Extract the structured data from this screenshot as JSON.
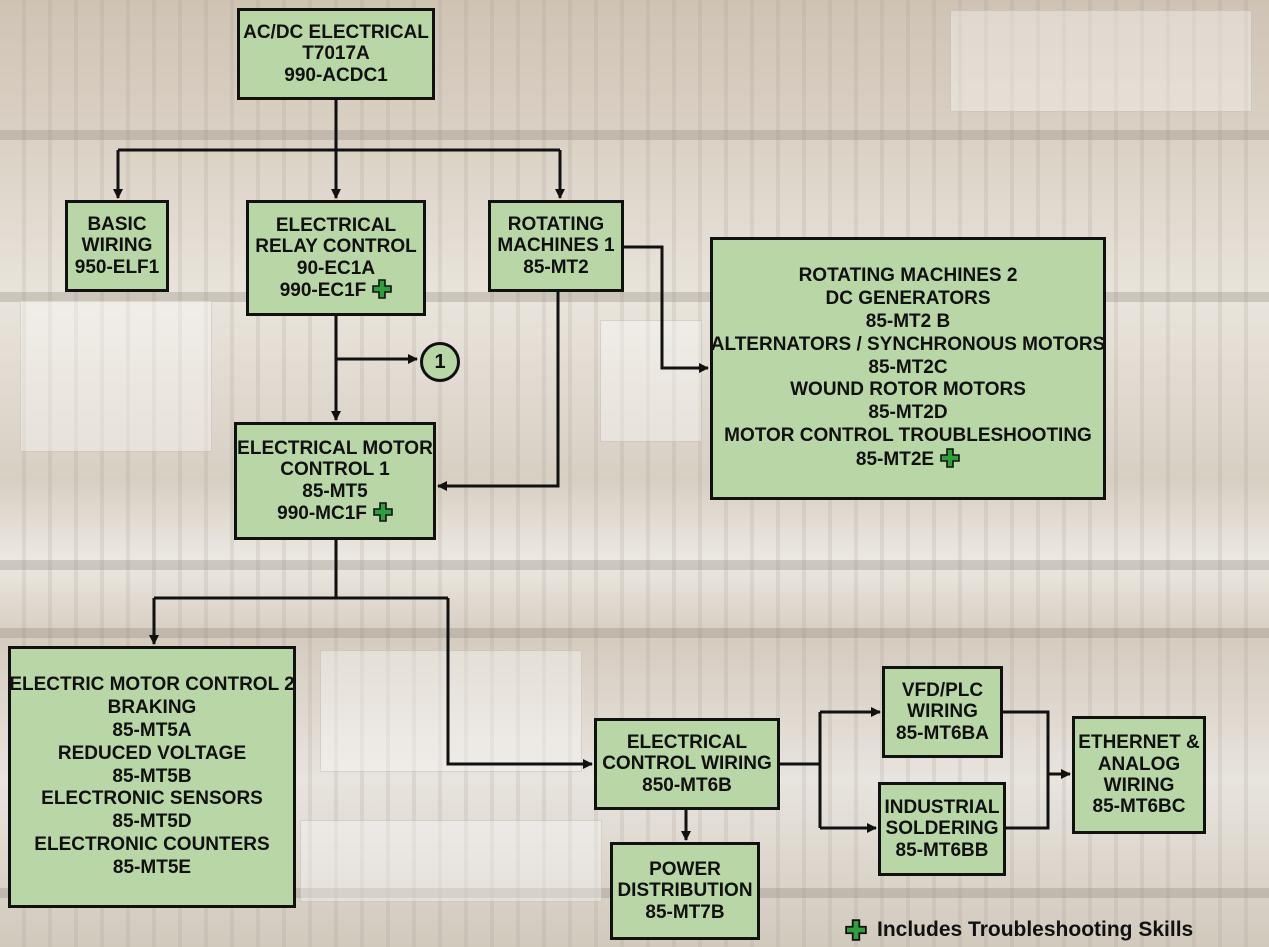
{
  "boxes": {
    "acdc": [
      "AC/DC ELECTRICAL",
      "T7017A",
      "990-ACDC1"
    ],
    "basic_wiring": [
      "BASIC",
      "WIRING",
      "950-ELF1"
    ],
    "relay_control": [
      "ELECTRICAL",
      "RELAY CONTROL",
      "90-EC1A",
      "990-EC1F"
    ],
    "rotating1": [
      "ROTATING",
      "MACHINES 1",
      "85-MT2"
    ],
    "rotating2": [
      "ROTATING MACHINES 2",
      "DC GENERATORS",
      "85-MT2 B",
      "ALTERNATORS / SYNCHRONOUS MOTORS",
      "85-MT2C",
      "WOUND ROTOR MOTORS",
      "85-MT2D",
      "MOTOR CONTROL TROUBLESHOOTING",
      "85-MT2E"
    ],
    "motor_control1": [
      "ELECTRICAL MOTOR",
      "CONTROL 1",
      "85-MT5",
      "990-MC1F"
    ],
    "motor_control2": [
      "ELECTRIC MOTOR CONTROL 2",
      "BRAKING",
      "85-MT5A",
      "REDUCED VOLTAGE",
      "85-MT5B",
      "ELECTRONIC SENSORS",
      "85-MT5D",
      "ELECTRONIC COUNTERS",
      "85-MT5E"
    ],
    "control_wiring": [
      "ELECTRICAL",
      "CONTROL WIRING",
      "850-MT6B"
    ],
    "power_distribution": [
      "POWER",
      "DISTRIBUTION",
      "85-MT7B"
    ],
    "vfd_plc": [
      "VFD/PLC",
      "WIRING",
      "85-MT6BA"
    ],
    "soldering": [
      "INDUSTRIAL",
      "SOLDERING",
      "85-MT6BB"
    ],
    "ethernet": [
      "ETHERNET &",
      "ANALOG",
      "WIRING",
      "85-MT6BC"
    ]
  },
  "marker_label": "1",
  "legend_text": "Includes Troubleshooting Skills",
  "icons": {
    "troubleshooting": "green-plus-icon"
  },
  "colors": {
    "box_fill": "#b8d6a6",
    "border": "#111111",
    "plus_green": "#2e9e3e"
  }
}
